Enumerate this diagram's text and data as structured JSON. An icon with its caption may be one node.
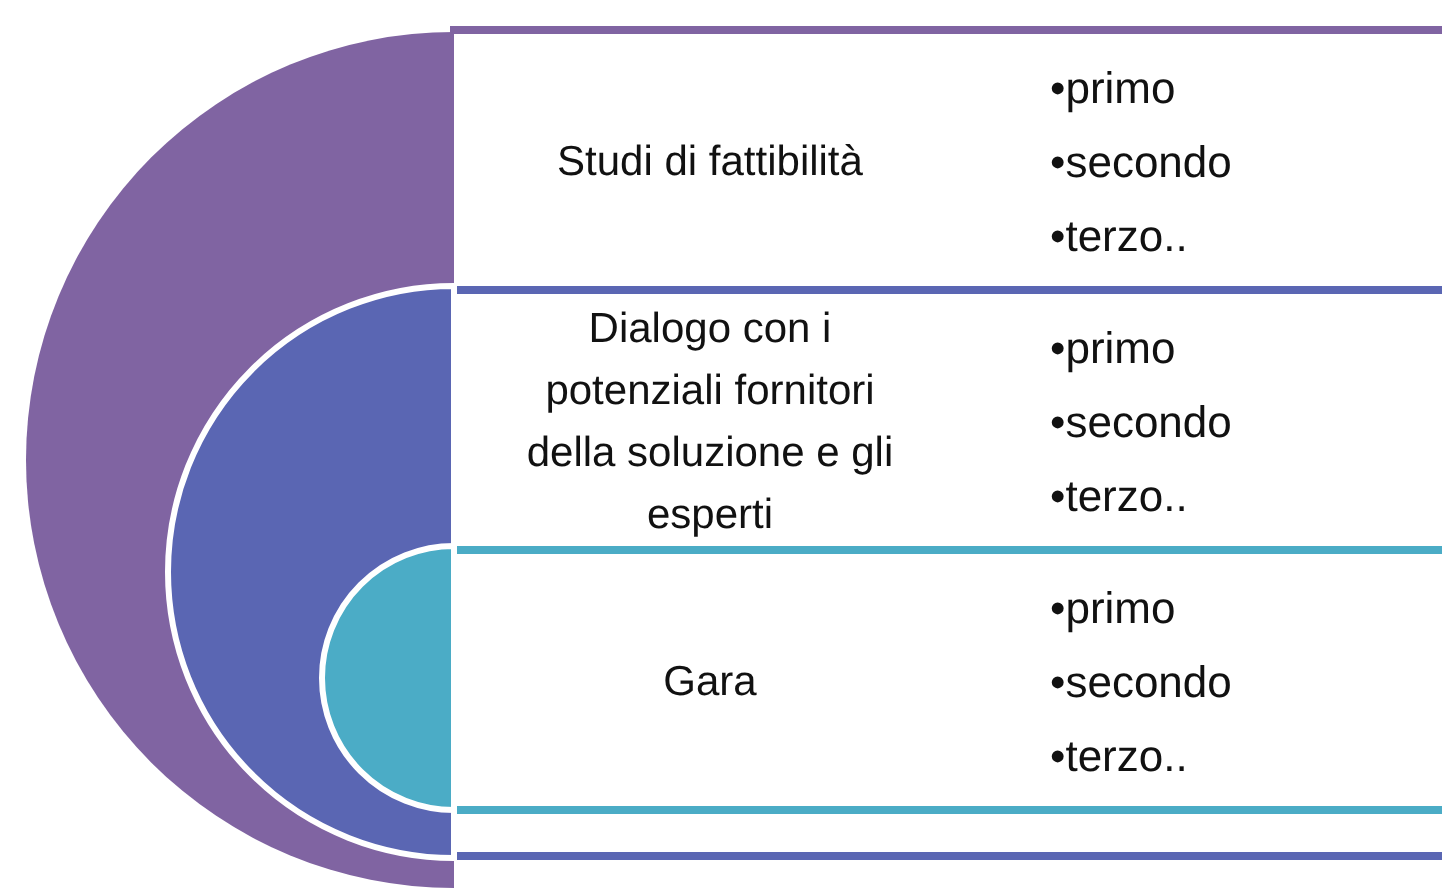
{
  "diagram": {
    "nodes": [
      {
        "text": [],
        "shape": "semicircle"
      },
      {
        "text": [],
        "shape": "semicircle",
        "in": 0
      },
      {
        "text": [],
        "shape": "semicircle",
        "in": 1
      },
      {
        "text": [
          "Studi di fattibilità",
          "•primo",
          "•secondo",
          "•terzo.."
        ]
      },
      {
        "text": [
          "Dialogo con i potenziali fornitori della soluzione e gli esperti",
          "•primo",
          "•secondo",
          "•terzo.."
        ]
      },
      {
        "text": [
          "Gara",
          "•primo",
          "•secondo",
          "•terzo.."
        ]
      }
    ]
  }
}
